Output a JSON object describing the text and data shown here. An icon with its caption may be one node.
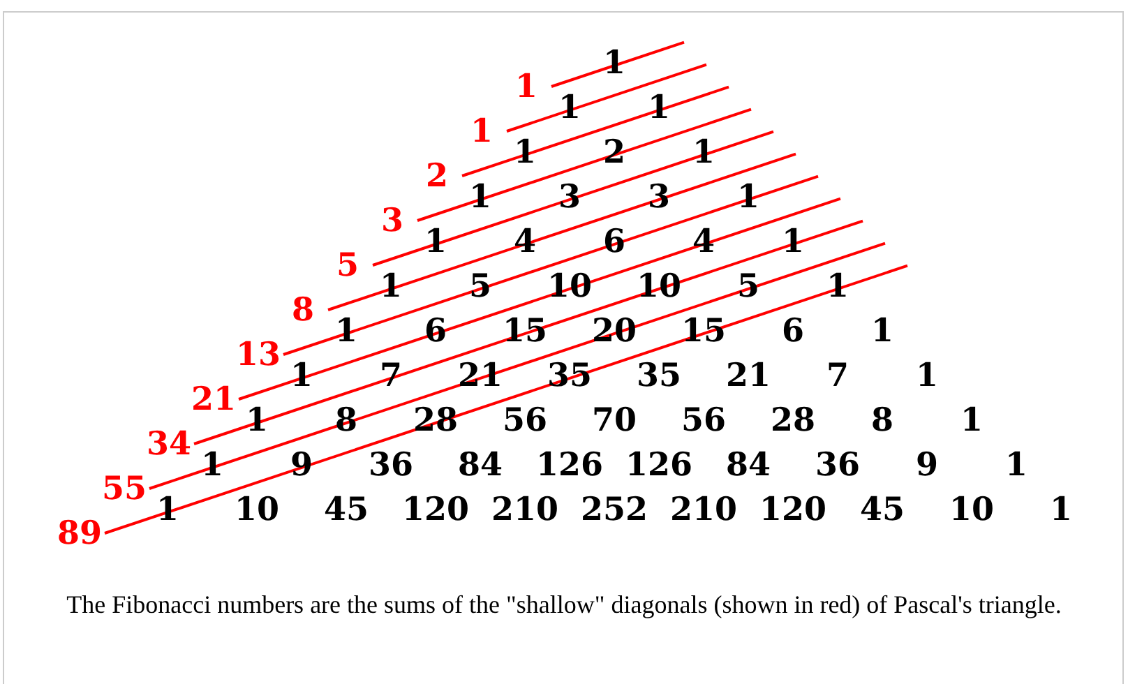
{
  "diagram": {
    "caption": "The Fibonacci numbers are the sums of the \"shallow\" diagonals (shown in red) of Pascal's triangle.",
    "labels": [
      "1",
      "1",
      "1",
      "1",
      "1",
      "2",
      "1",
      "2",
      "1",
      "3",
      "1",
      "3",
      "3",
      "1",
      "5",
      "1",
      "4",
      "6",
      "4",
      "1",
      "8",
      "1",
      "5",
      "10",
      "10",
      "5",
      "1",
      "13",
      "1",
      "6",
      "15",
      "20",
      "15",
      "6",
      "1",
      "21",
      "1",
      "7",
      "21",
      "35",
      "35",
      "21",
      "7",
      "1",
      "34",
      "1",
      "8",
      "28",
      "56",
      "70",
      "56",
      "28",
      "8",
      "1",
      "55",
      "1",
      "9",
      "36",
      "84",
      "126",
      "126",
      "84",
      "36",
      "9",
      "1",
      "89",
      "1",
      "10",
      "45",
      "120",
      "210",
      "252",
      "210",
      "120",
      "45",
      "10",
      "1"
    ]
  }
}
